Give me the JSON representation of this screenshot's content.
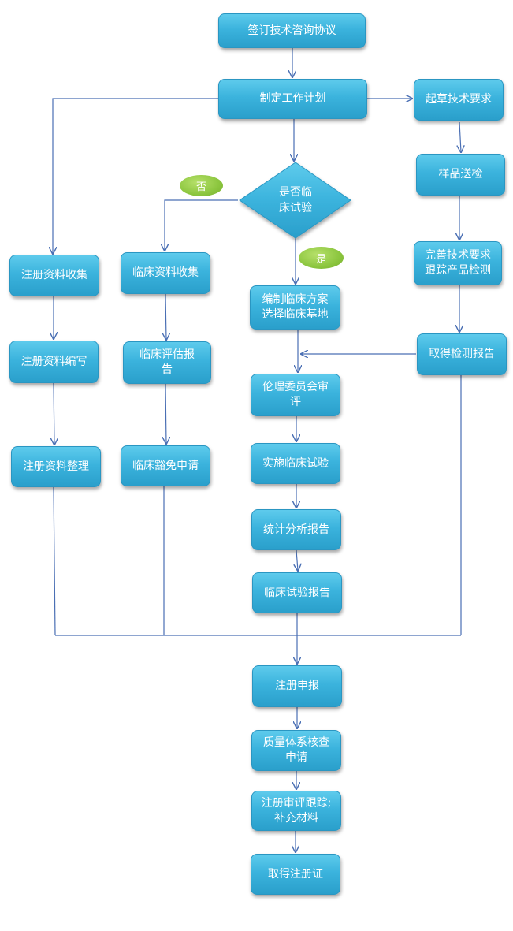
{
  "nodes": {
    "sign": "签订技术咨询协议",
    "plan": "制定工作计划",
    "draft": "起草技术要求",
    "sample": "样品送检",
    "improve": "完善技术要求\n跟踪产品检测",
    "obtain_report": "取得检测报告",
    "decision": "是否临\n床试验",
    "reg_collect": "注册资料收集",
    "reg_write": "注册资料编写",
    "reg_arrange": "注册资料整理",
    "clin_collect": "临床资料收集",
    "clin_eval": "临床评估报\n告",
    "clin_exempt": "临床豁免申请",
    "clin_plan": "编制临床方案\n选择临床基地",
    "ethics": "伦理委员会审\n评",
    "trial": "实施临床试验",
    "stats": "统计分析报告",
    "trial_report": "临床试验报告",
    "apply": "注册申报",
    "quality": "质量体系核查\n申请",
    "tracking": "注册审评跟踪;\n补充材料",
    "certificate": "取得注册证"
  },
  "badges": {
    "no": "否",
    "yes": "是"
  },
  "colors": {
    "node_fill": "#3bb3dd",
    "arrow": "#4a6fb4",
    "badge": "#8cc63f"
  }
}
